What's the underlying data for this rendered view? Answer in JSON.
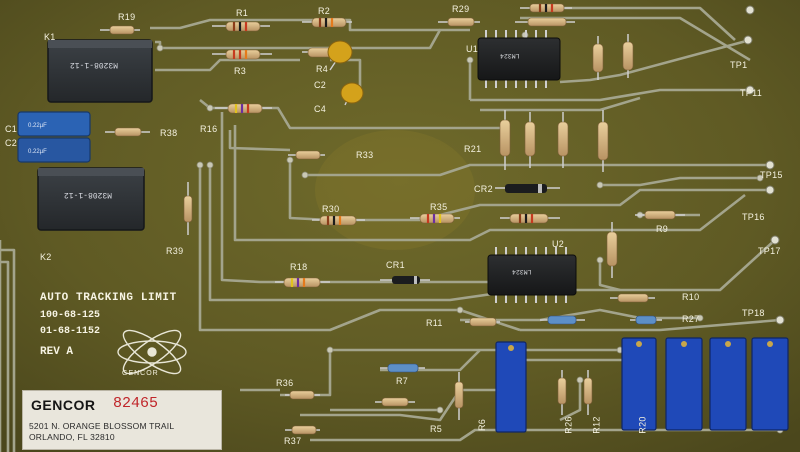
{
  "board": {
    "title_line1": "AUTO TRACKING LIMIT",
    "title_line2": "100-68-125",
    "title_line3": "01-68-1152",
    "rev": "REV A",
    "logo_text": "GENCOR"
  },
  "sticker": {
    "brand": "GENCOR",
    "serial": "82465",
    "address_line1": "5201 N. ORANGE BLOSSOM TRAIL",
    "address_line2": "ORLANDO, FL  32810"
  },
  "relays": [
    {
      "label": "K1",
      "marking": "M3208-1-12"
    },
    {
      "label": "K2",
      "marking": "M3208-1-12"
    }
  ],
  "chips": [
    {
      "label": "U1",
      "marking": "LM324"
    },
    {
      "label": "U2",
      "marking": "LM324"
    }
  ],
  "designators": {
    "r19": "R19",
    "r1": "R1",
    "r2": "R2",
    "r29": "R29",
    "r3": "R3",
    "r4": "R4",
    "c1": "C1",
    "c2": "C2",
    "c2b": "C2",
    "c4": "C4",
    "r38": "R38",
    "r16": "R16",
    "r21": "R21",
    "r33": "R33",
    "cr2": "CR2",
    "r30": "R30",
    "r35": "R35",
    "r9": "R9",
    "r39": "R39",
    "r18": "R18",
    "cr1": "CR1",
    "r10": "R10",
    "r11": "R11",
    "r27": "R27",
    "r7": "R7",
    "r36": "R36",
    "r37": "R37",
    "r5": "R5",
    "r6": "R6",
    "r26": "R26",
    "r12": "R12",
    "r20": "R20",
    "tp1": "TP1",
    "tp11": "TP11",
    "tp15": "TP15",
    "tp16": "TP16",
    "tp17": "TP17",
    "tp18": "TP18"
  },
  "colors": {
    "board": "#5f5a24",
    "trace": "#a3a48c",
    "relay": "#2e3236",
    "cap_blue": "#2b63b4",
    "trimpot": "#1f49b8",
    "disc_cap": "#d4a21b",
    "sticker_serial": "#c0262a"
  }
}
